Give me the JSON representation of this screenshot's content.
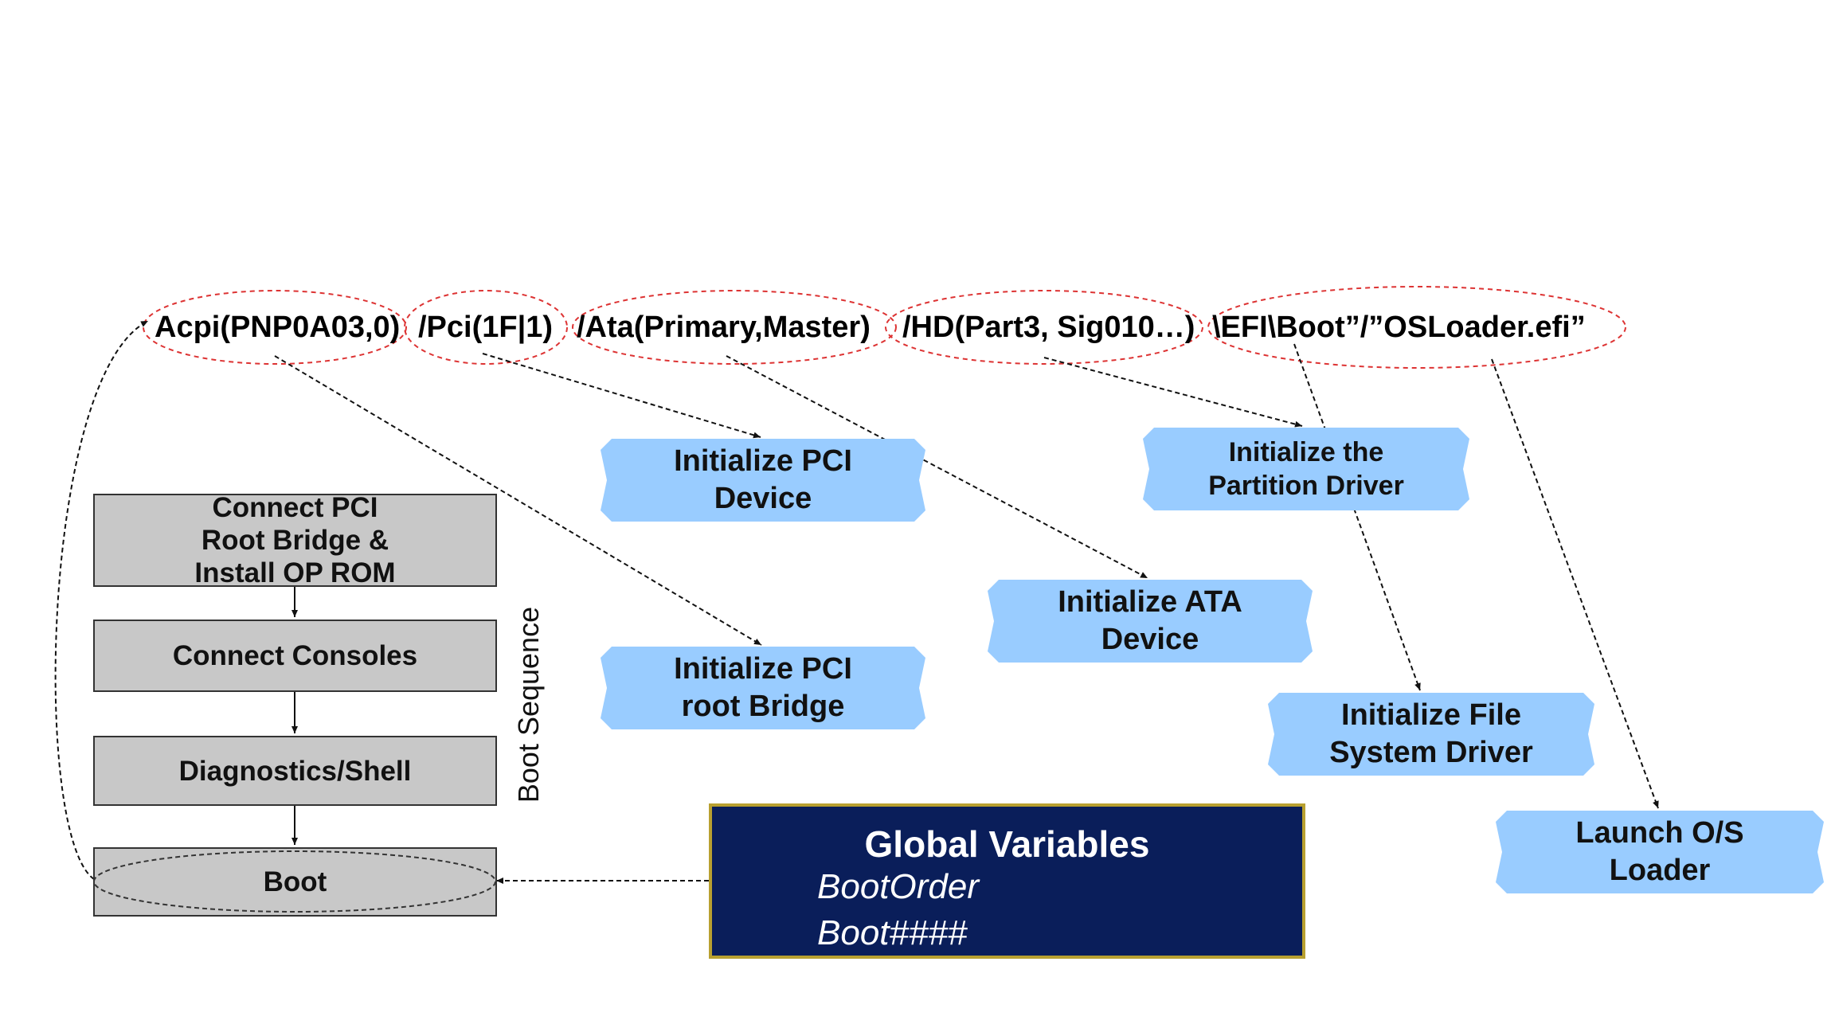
{
  "device_path": {
    "segments": [
      "Acpi(PNP0A03,0)",
      "/Pci(1F|1)",
      "/Ata(Primary,Master)",
      "/HD(Part3, Sig010…)",
      "\\EFI\\Boot”/”OSLoader.efi”"
    ]
  },
  "boot_sequence": {
    "label": "Boot Sequence",
    "steps": [
      "Connect PCI\nRoot Bridge &\nInstall OP ROM",
      "Connect Consoles",
      "Diagnostics/Shell",
      "Boot"
    ]
  },
  "init_boxes": {
    "pci_device": "Initialize PCI\nDevice",
    "pci_root_bridge": "Initialize PCI\nroot Bridge",
    "ata_device": "Initialize ATA\nDevice",
    "partition_driver": "Initialize the\nPartition Driver",
    "file_system_driver": "Initialize File\nSystem Driver",
    "launch_os_loader": "Launch O/S\nLoader"
  },
  "global_variables": {
    "title": "Global Variables",
    "items": [
      "BootOrder",
      "Boot####"
    ]
  },
  "colors": {
    "box_fill": "#99ccff",
    "gray_fill": "#c8c8c8",
    "navy": "#0a1e5a",
    "gold_border": "#b8a030",
    "ellipse_red": "#dd3333"
  }
}
